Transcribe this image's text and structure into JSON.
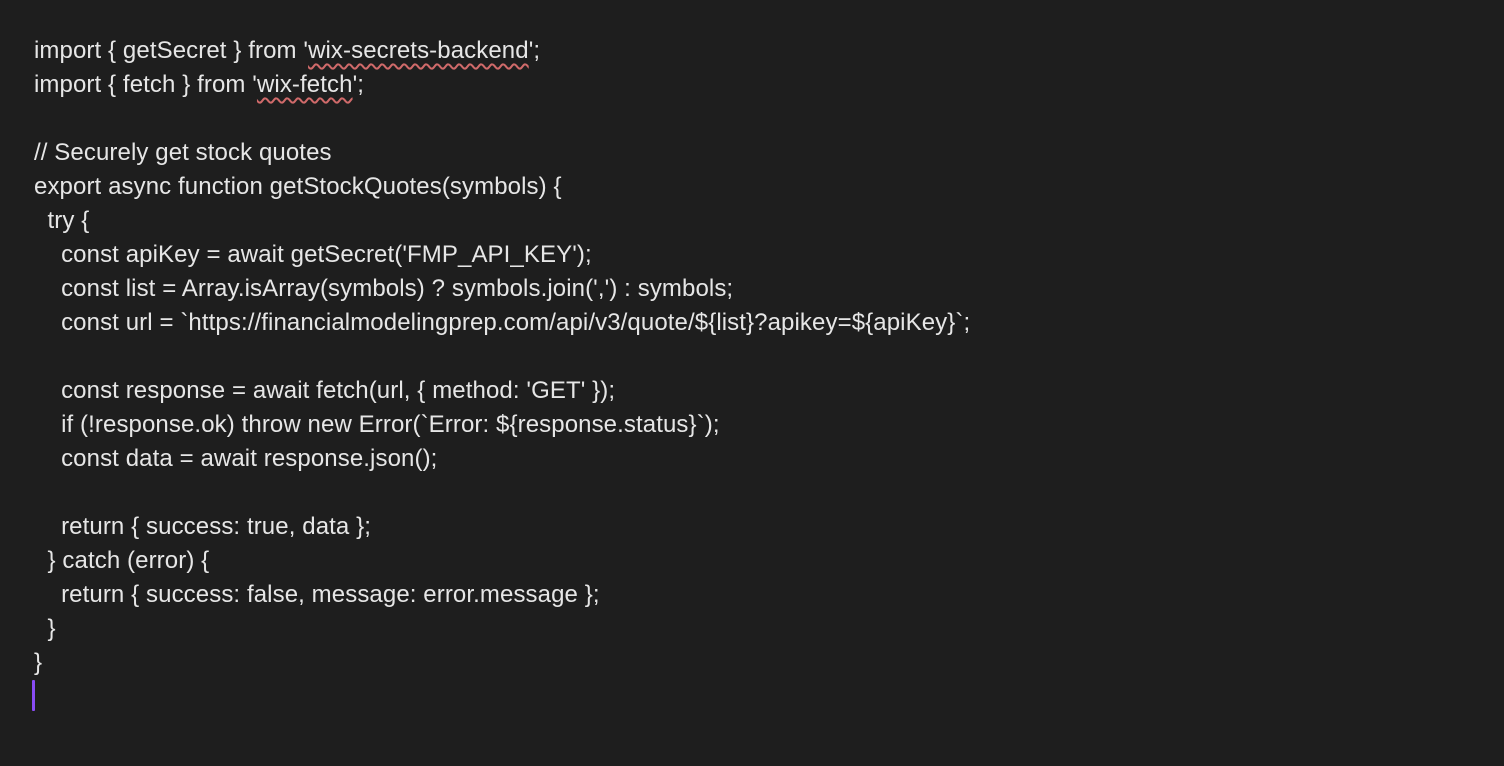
{
  "editor": {
    "accent_color": "#8a4cf6",
    "lines": [
      [
        {
          "t": "import { getSecret } from '"
        },
        {
          "t": "wix-secrets-backend",
          "spell": true
        },
        {
          "t": "';"
        }
      ],
      [
        {
          "t": "import { fetch } from '"
        },
        {
          "t": "wix-fetch",
          "spell": true
        },
        {
          "t": "';"
        }
      ],
      [],
      [
        {
          "t": "// Securely get stock quotes"
        }
      ],
      [
        {
          "t": "export async function getStockQuotes(symbols) {"
        }
      ],
      [
        {
          "t": "  try {"
        }
      ],
      [
        {
          "t": "    const apiKey = await getSecret('FMP_API_KEY');"
        }
      ],
      [
        {
          "t": "    const list = Array.isArray(symbols) ? symbols.join(',') : symbols;"
        }
      ],
      [
        {
          "t": "    const url = `https://financialmodelingprep.com/api/v3/quote/${list}?apikey=${apiKey}`;"
        }
      ],
      [],
      [
        {
          "t": "    const response = await fetch(url, { method: 'GET' });"
        }
      ],
      [
        {
          "t": "    if (!response.ok) throw new Error(`Error: ${response.status}`);"
        }
      ],
      [
        {
          "t": "    const data = await response.json();"
        }
      ],
      [],
      [
        {
          "t": "    return { success: true, data };"
        }
      ],
      [
        {
          "t": "  } catch (error) {"
        }
      ],
      [
        {
          "t": "    return { success: false, message: error.message };"
        }
      ],
      [
        {
          "t": "  }"
        }
      ],
      [
        {
          "t": "}"
        }
      ]
    ]
  }
}
